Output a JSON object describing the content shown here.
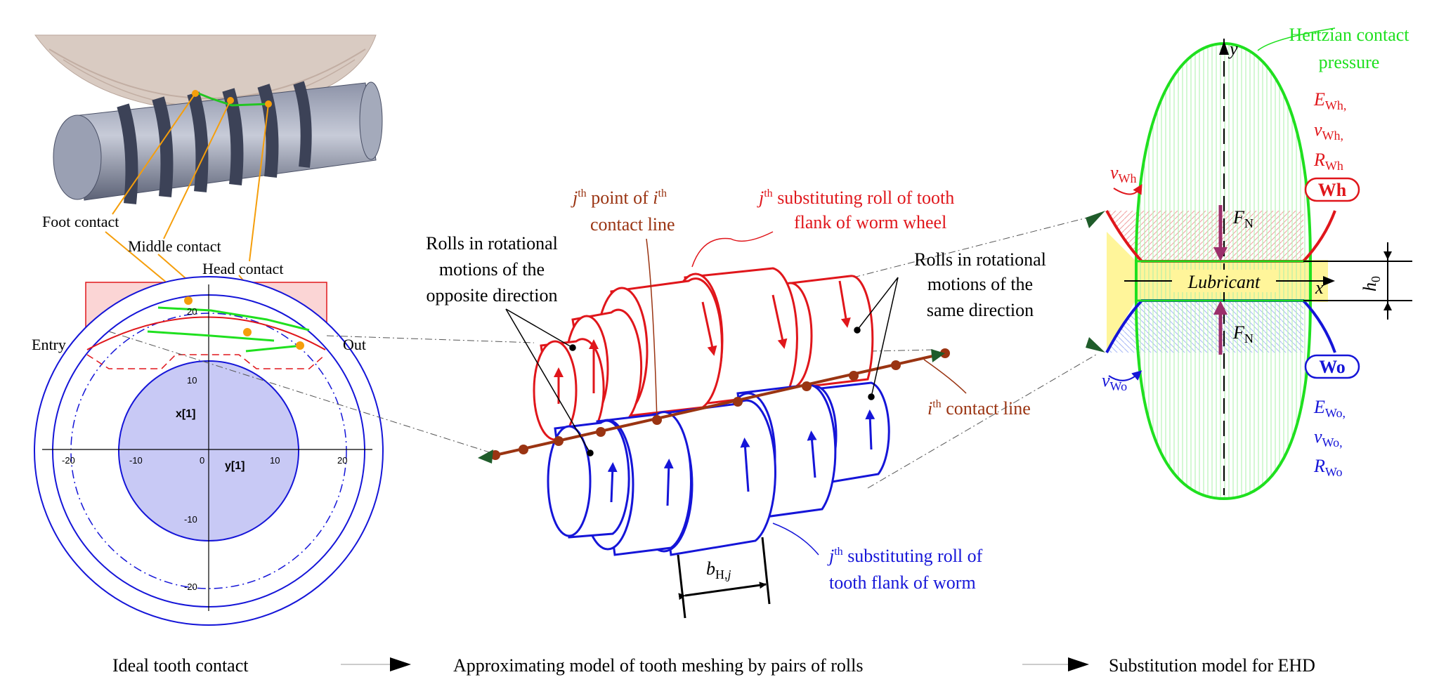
{
  "colors": {
    "worm_wheel": "#e0161b",
    "worm": "#1515d8",
    "contact_line": "#9a3412",
    "hertz": "#1fe01f",
    "leader": "#f59e0b",
    "force": "#9b2f6a",
    "lubricant": "#fff59a"
  },
  "left": {
    "foot_contact": "Foot contact",
    "middle_contact": "Middle contact",
    "head_contact": "Head contact",
    "entry": "Entry",
    "out": "Out",
    "axis_x_label": "x[1]",
    "axis_y_label": "y[1]",
    "ticks_h": [
      "-20",
      "-10",
      "0",
      "10",
      "20"
    ],
    "ticks_v": [
      "20",
      "10",
      "-10",
      "-20"
    ]
  },
  "middle": {
    "rolls_opposite": [
      "Rolls in rotational",
      "motions of the",
      "opposite direction"
    ],
    "jth_point_line1": {
      "sup1": "th",
      "pre1": "j",
      "mid": " point of ",
      "pre2": "i",
      "sup2": "th"
    },
    "jth_point_line2": "contact line",
    "wheel_roll": {
      "pre": "j",
      "sup": "th",
      "text": " substituting roll of tooth",
      "line2": "flank of worm wheel"
    },
    "rolls_same": [
      "Rolls in rotational",
      "motions of the",
      "same direction"
    ],
    "contact_line": {
      "pre": "i",
      "sup": "th",
      "text": " contact line"
    },
    "width_label": {
      "main": "b",
      "sub": "H,",
      "subj": "j"
    },
    "worm_roll": {
      "pre": "j",
      "sup": "th",
      "text": " substituting roll of",
      "line2": "tooth flank of worm"
    }
  },
  "right": {
    "hertz_label": [
      "Hertzian contact",
      "pressure"
    ],
    "axis_y": "y",
    "axis_x": "x",
    "lubricant": "Lubricant",
    "film": {
      "main": "h",
      "sub": "0"
    },
    "force": {
      "main": "F",
      "sub": "N"
    },
    "wheel_props": [
      {
        "main": "E",
        "sub": "Wh,"
      },
      {
        "main": "ν",
        "sub": "Wh,"
      },
      {
        "main": "R",
        "sub": "Wh"
      }
    ],
    "wheel_velocity": {
      "main": "v",
      "sub": "Wh"
    },
    "wheel_tag": "Wh",
    "worm_props": [
      {
        "main": "E",
        "sub": "Wo,"
      },
      {
        "main": "ν",
        "sub": "Wo,"
      },
      {
        "main": "R",
        "sub": "Wo"
      }
    ],
    "worm_velocity": {
      "main": "v",
      "sub": "Wo"
    },
    "worm_tag": "Wo"
  },
  "bottom": {
    "step1": "Ideal tooth contact",
    "step2": "Approximating model of tooth meshing by pairs of rolls",
    "step3": "Substitution model for EHD"
  }
}
